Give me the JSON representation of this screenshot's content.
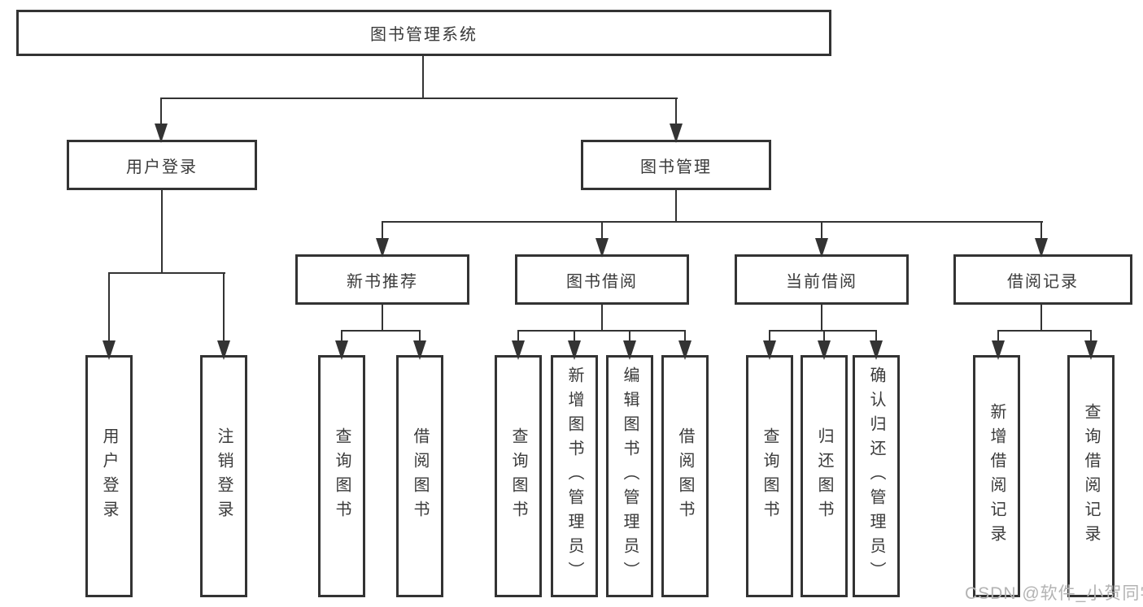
{
  "colors": {
    "line": "#333333",
    "box_border": "#333333",
    "text": "#3a3a3a",
    "watermark": "#b3b3b3",
    "background": "#ffffff"
  },
  "diagram": {
    "root": {
      "label": "图书管理系统"
    },
    "level2": [
      {
        "label": "用户登录"
      },
      {
        "label": "图书管理"
      }
    ],
    "level3": [
      {
        "label": "新书推荐"
      },
      {
        "label": "图书借阅"
      },
      {
        "label": "当前借阅"
      },
      {
        "label": "借阅记录"
      }
    ],
    "leaves": {
      "user_login": [
        {
          "label": "用户登录"
        },
        {
          "label": "注销登录"
        }
      ],
      "new_book": [
        {
          "label": "查询图书"
        },
        {
          "label": "借阅图书"
        }
      ],
      "borrowing": [
        {
          "label": "查询图书"
        },
        {
          "label": "新增图书（管理员）"
        },
        {
          "label": "编辑图书（管理员）"
        },
        {
          "label": "借阅图书"
        }
      ],
      "current": [
        {
          "label": "查询图书"
        },
        {
          "label": "归还图书"
        },
        {
          "label": "确认归还（管理员）"
        }
      ],
      "records": [
        {
          "label": "新增借阅记录"
        },
        {
          "label": "查询借阅记录"
        }
      ]
    }
  },
  "watermark": {
    "text": "CSDN @软件_小贺同学"
  }
}
